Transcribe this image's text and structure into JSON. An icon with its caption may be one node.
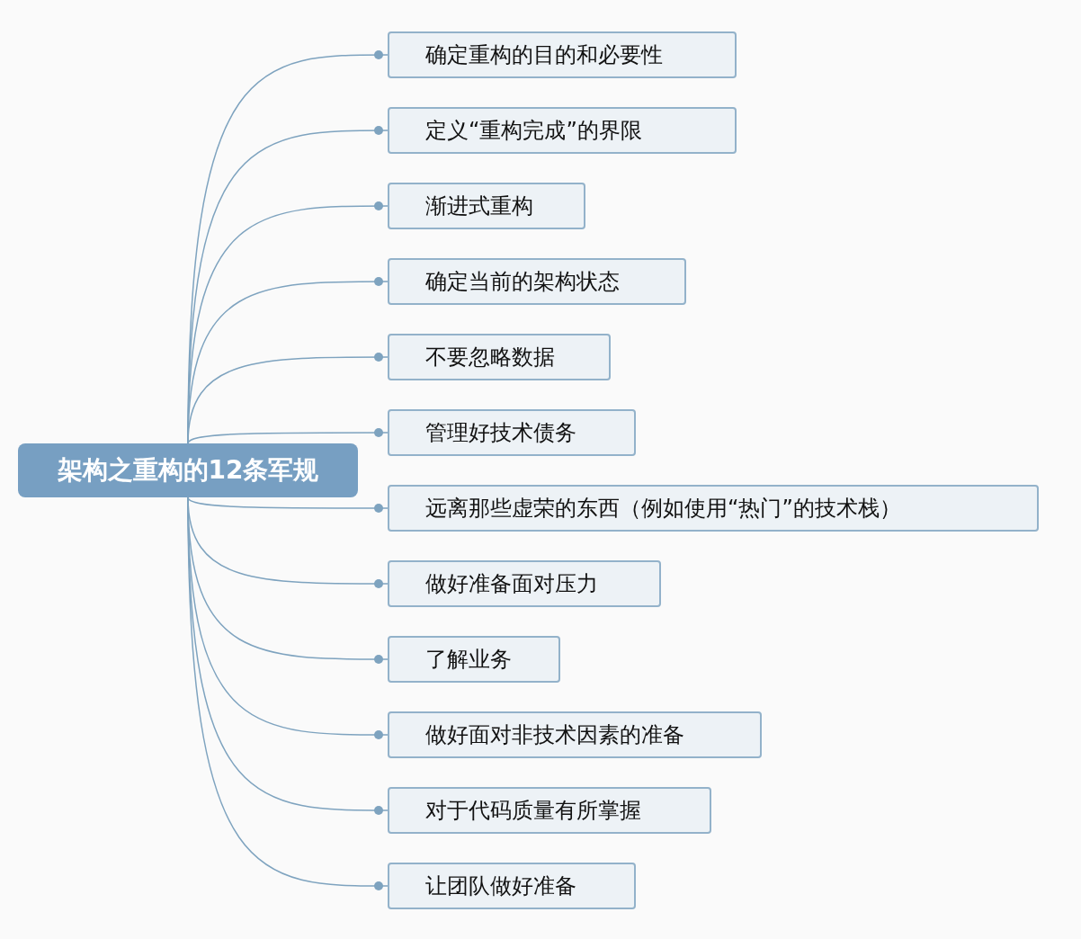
{
  "diagram": {
    "nodes": [
      {
        "text": [
          "架构之重构的12条军规"
        ]
      },
      {
        "text": [
          "确定重构的目的和必要性"
        ]
      },
      {
        "text": [
          "定义“重构完成”的界限"
        ]
      },
      {
        "text": [
          "渐进式重构"
        ]
      },
      {
        "text": [
          "确定当前的架构状态"
        ]
      },
      {
        "text": [
          "不要忽略数据"
        ]
      },
      {
        "text": [
          "管理好技术债务"
        ]
      },
      {
        "text": [
          "远离那些虚荣的东西（例如使用“热门”的技术栈）"
        ]
      },
      {
        "text": [
          "做好准备面对压力"
        ]
      },
      {
        "text": [
          "了解业务"
        ]
      },
      {
        "text": [
          "做好面对非技术因素的准备"
        ]
      },
      {
        "text": [
          "对于代码质量有所掌握"
        ]
      },
      {
        "text": [
          "让团队做好准备"
        ]
      }
    ],
    "edges": [
      {
        "from": 0,
        "to": 1,
        "arrow": "other"
      },
      {
        "from": 0,
        "to": 2,
        "arrow": "other"
      },
      {
        "from": 0,
        "to": 3,
        "arrow": "other"
      },
      {
        "from": 0,
        "to": 4,
        "arrow": "other"
      },
      {
        "from": 0,
        "to": 5,
        "arrow": "other"
      },
      {
        "from": 0,
        "to": 6,
        "arrow": "other"
      },
      {
        "from": 0,
        "to": 7,
        "arrow": "other"
      },
      {
        "from": 0,
        "to": 8,
        "arrow": "other"
      },
      {
        "from": 0,
        "to": 9,
        "arrow": "other"
      },
      {
        "from": 0,
        "to": 10,
        "arrow": "other"
      },
      {
        "from": 0,
        "to": 11,
        "arrow": "other"
      },
      {
        "from": 0,
        "to": 12,
        "arrow": "other"
      }
    ]
  }
}
